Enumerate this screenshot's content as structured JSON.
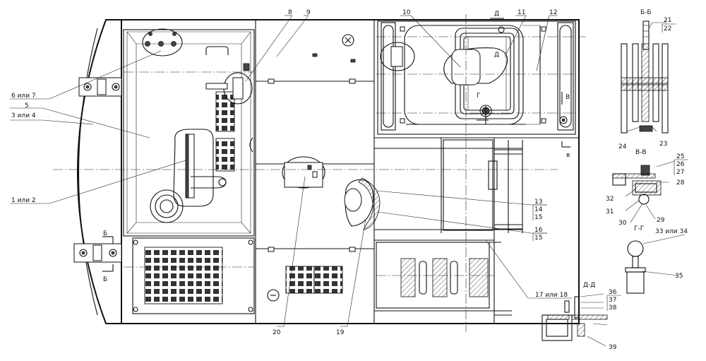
{
  "callouts": {
    "c1": "1 или 2",
    "c3": "3 или 4",
    "c5": "5",
    "c6": "6 или 7",
    "c8": "8",
    "c9": "9",
    "c10": "10",
    "c11": "11",
    "c12": "12",
    "c13": "13",
    "c14": "14",
    "c15a": "15",
    "c16": "16",
    "c15b": "15",
    "c17": "17 или 18",
    "c19": "19",
    "c20": "20",
    "c21": "21",
    "c22": "22",
    "c23": "23",
    "c24": "24",
    "c25": "25",
    "c26": "26",
    "c27": "27",
    "c28": "28",
    "c29": "29",
    "c30": "30",
    "c31": "31",
    "c32": "32",
    "c33": "33 или 34",
    "c35": "35",
    "c36": "36",
    "c37": "37",
    "c38": "38",
    "c39": "39"
  },
  "section_marks": {
    "b_upper": "Б",
    "b_lower": "Б",
    "v_right": "В",
    "v_lower": "в",
    "g_mark": "Г",
    "d_top": "Д",
    "d_mid": "Д"
  },
  "section_titles": {
    "bb": "Б-Б",
    "vv": "В-В",
    "gg": "Г-Г",
    "dd": "Д-Д"
  }
}
